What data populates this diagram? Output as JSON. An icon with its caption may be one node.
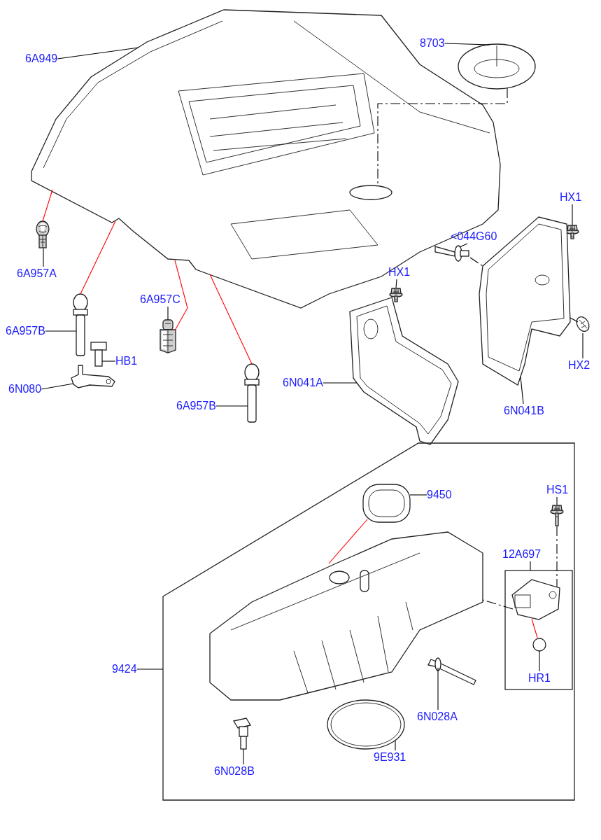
{
  "diagram": {
    "nodes": [
      {
        "text": [
          "6A949"
        ]
      },
      {
        "text": [],
        "shape": "picture"
      },
      {
        "text": [
          "8703"
        ]
      },
      {
        "text": [],
        "shape": "picture"
      },
      {
        "text": [
          "6A957A"
        ]
      },
      {
        "text": [],
        "shape": "picture"
      },
      {
        "text": [
          "6A957B"
        ]
      },
      {
        "text": [],
        "shape": "picture"
      },
      {
        "text": [
          "HB1"
        ]
      },
      {
        "text": [],
        "shape": "picture"
      },
      {
        "text": [
          "6N080"
        ]
      },
      {
        "text": [],
        "shape": "picture"
      },
      {
        "text": [
          "6A957C"
        ]
      },
      {
        "text": [],
        "shape": "picture"
      },
      {
        "text": [
          "6A957B"
        ]
      },
      {
        "text": [],
        "shape": "picture"
      },
      {
        "text": [
          "HX1"
        ]
      },
      {
        "text": [],
        "shape": "picture"
      },
      {
        "text": [
          "6N041A"
        ]
      },
      {
        "text": [],
        "shape": "picture"
      },
      {
        "text": [
          "<044G60"
        ]
      },
      {
        "text": [],
        "shape": "picture"
      },
      {
        "text": [
          "HX1"
        ]
      },
      {
        "text": [],
        "shape": "picture"
      },
      {
        "text": [
          "HX2"
        ]
      },
      {
        "text": [],
        "shape": "picture"
      },
      {
        "text": [
          "6N041B"
        ]
      },
      {
        "text": [],
        "shape": "picture"
      },
      {
        "text": [
          "9424"
        ]
      },
      {
        "text": [],
        "shape": "box"
      },
      {
        "text": [
          "9450"
        ],
        "in": 29
      },
      {
        "text": [],
        "shape": "picture",
        "in": 29
      },
      {
        "text": [],
        "shape": "picture",
        "in": 29
      },
      {
        "text": [
          "HS1"
        ],
        "in": 29
      },
      {
        "text": [],
        "shape": "picture",
        "in": 29
      },
      {
        "text": [
          "12A697"
        ],
        "in": 29
      },
      {
        "text": [],
        "shape": "box",
        "in": 29
      },
      {
        "text": [],
        "shape": "picture",
        "in": 36
      },
      {
        "text": [
          "HR1"
        ],
        "in": 36
      },
      {
        "text": [],
        "shape": "picture",
        "in": 36
      },
      {
        "text": [
          "6N028A"
        ],
        "in": 29
      },
      {
        "text": [],
        "shape": "picture",
        "in": 29
      },
      {
        "text": [
          "6N028B"
        ],
        "in": 29
      },
      {
        "text": [],
        "shape": "picture",
        "in": 29
      },
      {
        "text": [
          "9E931"
        ],
        "in": 29
      },
      {
        "text": [],
        "shape": "picture",
        "in": 29
      }
    ],
    "edges": [
      {
        "from": 0,
        "to": 1,
        "arrow": "none"
      },
      {
        "from": 2,
        "to": 3,
        "arrow": "none"
      },
      {
        "from": 3,
        "to": 1,
        "arrow": "none",
        "style": "dashed"
      },
      {
        "from": 4,
        "to": 5,
        "arrow": "none"
      },
      {
        "from": 5,
        "to": 1,
        "arrow": "none",
        "color": "#ff0000"
      },
      {
        "from": 6,
        "to": 7,
        "arrow": "none"
      },
      {
        "from": 7,
        "to": 1,
        "arrow": "none",
        "color": "#ff0000"
      },
      {
        "from": 8,
        "to": 9,
        "arrow": "none"
      },
      {
        "from": 10,
        "to": 11,
        "arrow": "none"
      },
      {
        "from": 12,
        "to": 13,
        "arrow": "none"
      },
      {
        "from": 13,
        "to": 1,
        "arrow": "none",
        "color": "#ff0000"
      },
      {
        "from": 14,
        "to": 15,
        "arrow": "none"
      },
      {
        "from": 15,
        "to": 1,
        "arrow": "none",
        "color": "#ff0000"
      },
      {
        "from": 16,
        "to": 17,
        "arrow": "none"
      },
      {
        "from": 18,
        "to": 19,
        "arrow": "none"
      },
      {
        "from": 20,
        "to": 21,
        "arrow": "none"
      },
      {
        "from": 22,
        "to": 23,
        "arrow": "none"
      },
      {
        "from": 21,
        "to": 27,
        "arrow": "none",
        "style": "dashed"
      },
      {
        "from": 27,
        "to": 25,
        "arrow": "none",
        "style": "dashed"
      },
      {
        "from": 24,
        "to": 25,
        "arrow": "none"
      },
      {
        "from": 26,
        "to": 27,
        "arrow": "none"
      },
      {
        "from": 28,
        "to": 29,
        "arrow": "none"
      },
      {
        "from": 30,
        "to": 31,
        "arrow": "none"
      },
      {
        "from": 31,
        "to": 32,
        "arrow": "none",
        "color": "#ff0000"
      },
      {
        "from": 33,
        "to": 34,
        "arrow": "none"
      },
      {
        "from": 34,
        "to": 37,
        "arrow": "none",
        "style": "dashed"
      },
      {
        "from": 35,
        "to": 36,
        "arrow": "none"
      },
      {
        "from": 37,
        "to": 32,
        "arrow": "none",
        "style": "dashed"
      },
      {
        "from": 38,
        "to": 39,
        "arrow": "none"
      },
      {
        "from": 39,
        "to": 37,
        "arrow": "none",
        "color": "#ff0000"
      },
      {
        "from": 40,
        "to": 41,
        "arrow": "none"
      },
      {
        "from": 42,
        "to": 43,
        "arrow": "none"
      },
      {
        "from": 44,
        "to": 45,
        "arrow": "none"
      }
    ]
  }
}
